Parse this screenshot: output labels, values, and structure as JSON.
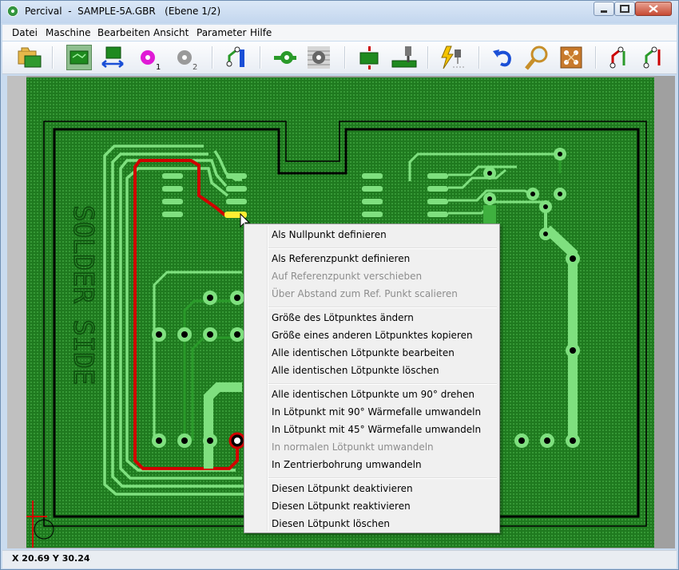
{
  "window": {
    "title": "Percival  -  SAMPLE-5A.GBR   (Ebene 1/2)"
  },
  "menu": [
    "Datei",
    "Maschine",
    "Bearbeiten",
    "Ansicht",
    "Parameter",
    "Hilfe"
  ],
  "toolbar": {
    "icons": [
      "open-file-icon",
      "pcb-view-icon",
      "mirror-pcb-icon",
      "drill-1-icon",
      "drill-2-icon",
      "trace-connect-icon",
      "pad-icon",
      "pad-outline-icon",
      "pcb-tool-icon",
      "mill-icon",
      "lightning-drill-icon",
      "undo-icon",
      "zoom-icon",
      "board-layout-icon",
      "route-1-icon",
      "route-2-icon"
    ],
    "drill_1_label": "1",
    "drill_2_label": "2"
  },
  "board": {
    "silkscreen_text": "SOLDER SIDE",
    "colors": {
      "board": "#1f7a1f",
      "trace": "#7fe07f",
      "selected": "#d10000",
      "highlight": "#ffee33",
      "outline": "#000000"
    }
  },
  "context_menu": {
    "groups": [
      [
        {
          "label": "Als Nullpunkt definieren",
          "enabled": true
        }
      ],
      [
        {
          "label": "Als Referenzpunkt definieren",
          "enabled": true
        },
        {
          "label": "Auf Referenzpunkt verschieben",
          "enabled": false
        },
        {
          "label": "Über Abstand zum Ref. Punkt scalieren",
          "enabled": false
        }
      ],
      [
        {
          "label": "Größe des Lötpunktes ändern",
          "enabled": true
        },
        {
          "label": "Größe eines anderen Lötpunktes kopieren",
          "enabled": true
        },
        {
          "label": "Alle identischen Lötpunkte bearbeiten",
          "enabled": true
        },
        {
          "label": "Alle identischen Lötpunkte löschen",
          "enabled": true
        }
      ],
      [
        {
          "label": "Alle identischen Lötpunkte um 90° drehen",
          "enabled": true
        },
        {
          "label": "In Lötpunkt mit 90° Wärmefalle umwandeln",
          "enabled": true
        },
        {
          "label": "In Lötpunkt mit 45° Wärmefalle umwandeln",
          "enabled": true
        },
        {
          "label": "In normalen Lötpunkt umwandeln",
          "enabled": false
        },
        {
          "label": "In Zentrierbohrung umwandeln",
          "enabled": true
        }
      ],
      [
        {
          "label": "Diesen Lötpunkt deaktivieren",
          "enabled": true
        },
        {
          "label": "Diesen Lötpunkt reaktivieren",
          "enabled": true
        },
        {
          "label": "Diesen Lötpunkt löschen",
          "enabled": true
        }
      ]
    ]
  },
  "status": {
    "coords": "X 20.69   Y 30.24"
  }
}
